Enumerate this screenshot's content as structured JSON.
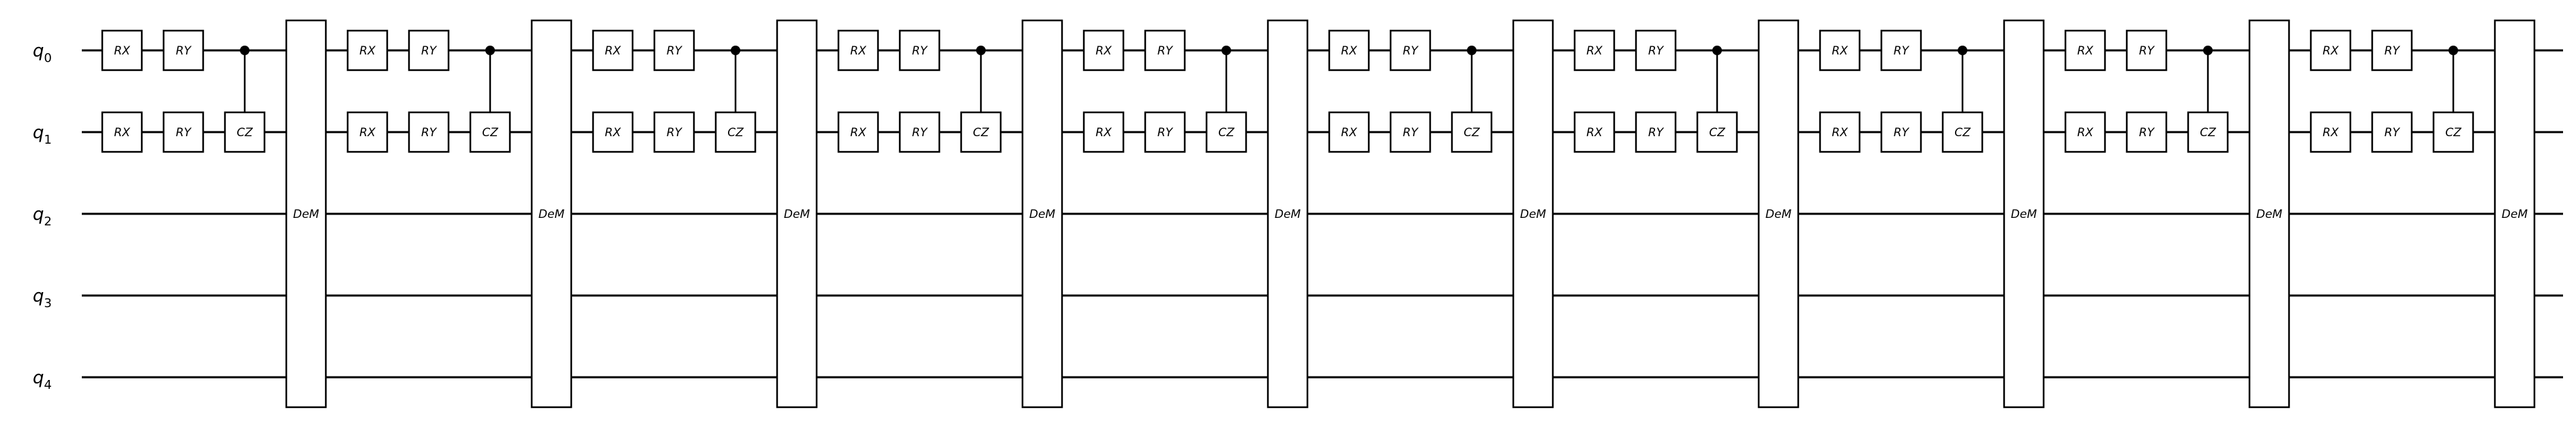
{
  "qubits": [
    "q0",
    "q1",
    "q2",
    "q3",
    "q4"
  ],
  "layers": [
    {
      "rx": "RX",
      "ry": "RY",
      "cz": "CZ",
      "dem": "DeM"
    },
    {
      "rx": "RX",
      "ry": "RY",
      "cz": "CZ",
      "dem": "DeM"
    },
    {
      "rx": "RX",
      "ry": "RY",
      "cz": "CZ",
      "dem": "DeM"
    },
    {
      "rx": "RX",
      "ry": "RY",
      "cz": "CZ",
      "dem": "DeM"
    },
    {
      "rx": "RX",
      "ry": "RY",
      "cz": "CZ",
      "dem": "DeM"
    },
    {
      "rx": "RX",
      "ry": "RY",
      "cz": "CZ",
      "dem": "DeM"
    },
    {
      "rx": "RX",
      "ry": "RY",
      "cz": "CZ",
      "dem": "DeM"
    },
    {
      "rx": "RX",
      "ry": "RY",
      "cz": "CZ",
      "dem": "DeM"
    },
    {
      "rx": "RX",
      "ry": "RY",
      "cz": "CZ",
      "dem": "DeM"
    },
    {
      "rx": "RX",
      "ry": "RY",
      "cz": "CZ",
      "dem": "DeM"
    }
  ]
}
